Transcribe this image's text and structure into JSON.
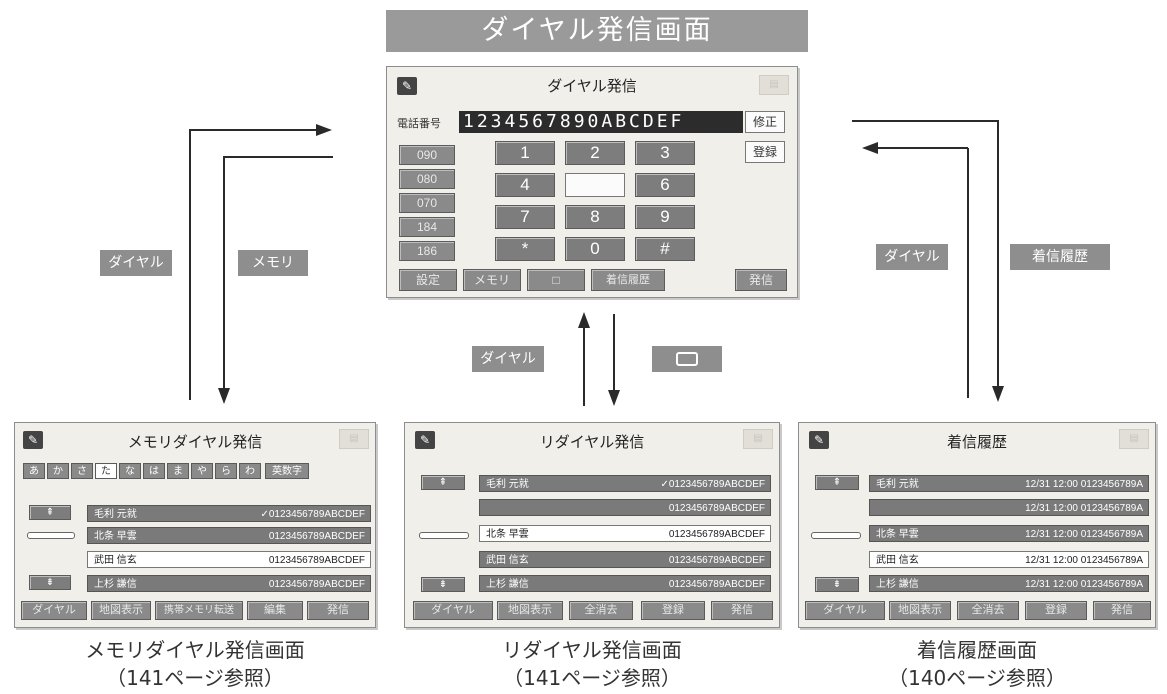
{
  "banner": "ダイヤル発信画面",
  "dial_screen": {
    "title": "ダイヤル発信",
    "phone_label": "電話番号",
    "number": "1234567890ABCDEF",
    "correct_btn": "修正",
    "register_btn": "登録",
    "prefixes": [
      "090",
      "080",
      "070",
      "184",
      "186"
    ],
    "keys": [
      "1",
      "2",
      "3",
      "4",
      "",
      "6",
      "7",
      "8",
      "9",
      "*",
      "0",
      "#"
    ],
    "bottom": [
      "設定",
      "メモリ",
      "□",
      "着信履歴",
      "発信"
    ]
  },
  "arrow_labels": {
    "left_up": "ダイヤル",
    "left_down": "メモリ",
    "mid_up": "ダイヤル",
    "mid_down_icon": "screen-icon",
    "right_up": "ダイヤル",
    "right_down": "着信履歴"
  },
  "memory_screen": {
    "title": "メモリダイヤル発信",
    "kana": [
      "あ",
      "か",
      "さ",
      "た",
      "な",
      "は",
      "ま",
      "や",
      "ら",
      "わ",
      "英数字"
    ],
    "rows": [
      {
        "name": "毛利 元就",
        "value": "✓0123456789ABCDEF",
        "style": "dark"
      },
      {
        "name": "北条 早雲",
        "value": "0123456789ABCDEF",
        "style": "dark"
      },
      {
        "name": "武田 信玄",
        "value": "0123456789ABCDEF",
        "style": "white"
      },
      {
        "name": "上杉 謙信",
        "value": "0123456789ABCDEF",
        "style": "dark"
      }
    ],
    "bottom": [
      "ダイヤル",
      "地図表示",
      "携帯メモリ転送",
      "編集",
      "発信"
    ]
  },
  "redial_screen": {
    "title": "リダイヤル発信",
    "rows": [
      {
        "name": "毛利 元就",
        "value": "✓0123456789ABCDEF",
        "style": "dark"
      },
      {
        "name": "",
        "value": "0123456789ABCDEF",
        "style": "dark"
      },
      {
        "name": "北条 早雲",
        "value": "0123456789ABCDEF",
        "style": "white"
      },
      {
        "name": "武田 信玄",
        "value": "0123456789ABCDEF",
        "style": "dark"
      },
      {
        "name": "上杉 謙信",
        "value": "0123456789ABCDEF",
        "style": "dark"
      }
    ],
    "bottom": [
      "ダイヤル",
      "地図表示",
      "全消去",
      "登録",
      "発信"
    ]
  },
  "history_screen": {
    "title": "着信履歴",
    "rows": [
      {
        "name": "毛利 元就",
        "value": "12/31 12:00 0123456789A",
        "style": "dark"
      },
      {
        "name": "",
        "value": "12/31 12:00 0123456789A",
        "style": "dark"
      },
      {
        "name": "北条 早雲",
        "value": "12/31 12:00 0123456789A",
        "style": "dark"
      },
      {
        "name": "武田 信玄",
        "value": "12/31 12:00 0123456789A",
        "style": "white"
      },
      {
        "name": "上杉 謙信",
        "value": "12/31 12:00 0123456789A",
        "style": "dark"
      }
    ],
    "bottom": [
      "ダイヤル",
      "地図表示",
      "全消去",
      "登録",
      "発信"
    ]
  },
  "captions": {
    "memory_line1": "メモリダイヤル発信画面",
    "memory_line2": "（141ページ参照）",
    "redial_line1": "リダイヤル発信画面",
    "redial_line2": "（141ページ参照）",
    "history_line1": "着信履歴画面",
    "history_line2": "（140ページ参照）"
  }
}
